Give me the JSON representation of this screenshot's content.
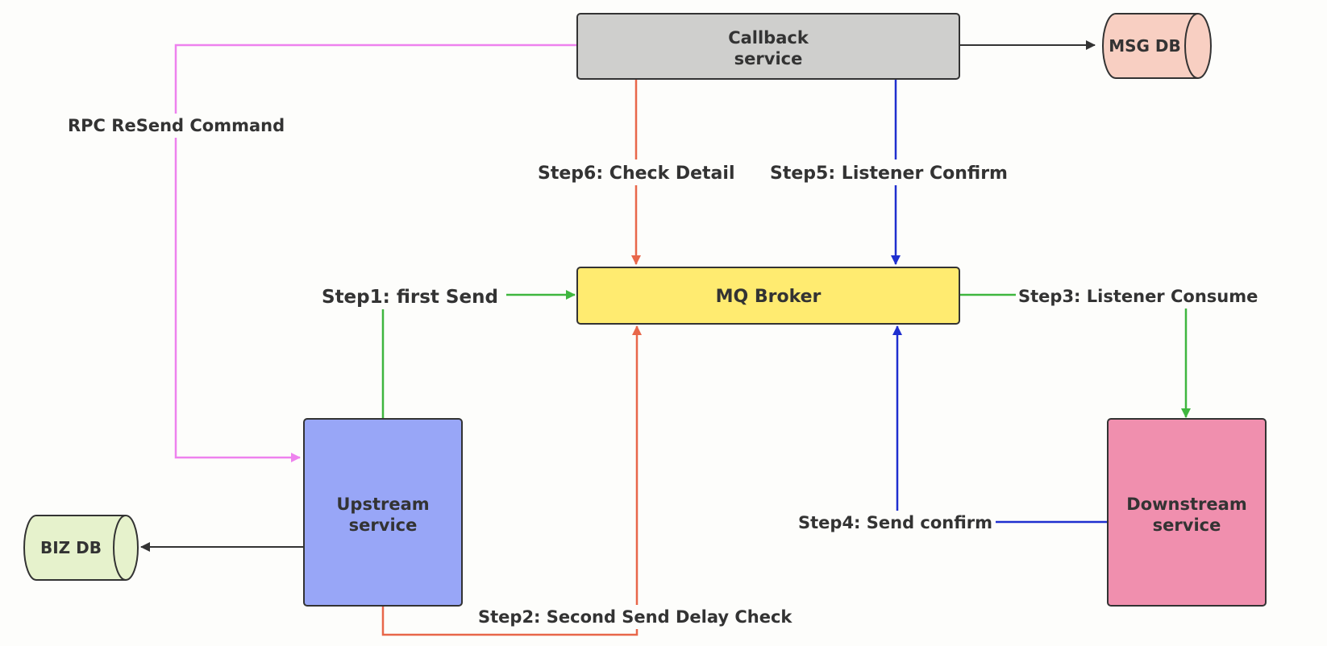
{
  "nodes": {
    "callback": {
      "line1": "Callback",
      "line2": "service",
      "fill": "#cfcfcd"
    },
    "msg_db": {
      "label": "MSG DB",
      "fill": "#f8cfc2"
    },
    "mq_broker": {
      "label": "MQ Broker",
      "fill": "#ffeb70"
    },
    "upstream": {
      "line1": "Upstream",
      "line2": "service",
      "fill": "#98a6f7"
    },
    "downstream": {
      "line1": "Downstream",
      "line2": "service",
      "fill": "#f08fae"
    },
    "biz_db": {
      "label": "BIZ DB",
      "fill": "#e6f2cc"
    }
  },
  "edges": {
    "rpc_resend": {
      "label": "RPC ReSend Command",
      "color": "#ee82ee"
    },
    "step1": {
      "label": "Step1:  first Send",
      "color": "#3fb63f"
    },
    "step2": {
      "label": "Step2:  Second Send Delay Check",
      "color": "#e8674a"
    },
    "step3": {
      "label": "Step3:  Listener Consume",
      "color": "#3fb63f"
    },
    "step4": {
      "label": "Step4:  Send confirm",
      "color": "#1f2fcf"
    },
    "step5": {
      "label": "Step5:   Listener Confirm",
      "color": "#1f2fcf"
    },
    "step6": {
      "label": "Step6:   Check Detail",
      "color": "#e8674a"
    },
    "to_msg_db": {
      "color": "#333333"
    },
    "to_biz_db": {
      "color": "#333333"
    }
  }
}
